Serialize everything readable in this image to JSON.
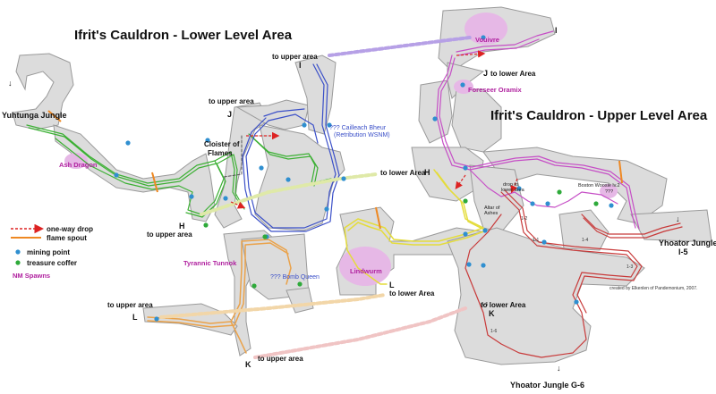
{
  "titles": {
    "lower": "Ifrit's Cauldron - Lower Level Area",
    "upper": "Ifrit's Cauldron - Upper Level Area"
  },
  "legend": {
    "one_way_drop": "one-way drop",
    "flame_spout": "flame spout",
    "mining_point": "mining point",
    "treasure_coffer": "treasure coffer",
    "nm_spawns": "NM Spawns"
  },
  "places": {
    "yuhtunga": "Yuhtunga Jungle",
    "yhoator_i5_a": "Yhoator Jungle",
    "yhoator_i5_b": "I-5",
    "yhoator_g6": "Yhoator Jungle G-6",
    "cloister_1": "Cloister of",
    "cloister_2": "Flames",
    "altar_1": "Altar of",
    "altar_2": "Ashes",
    "drop_1": "drop to",
    "drop_2": "lower area"
  },
  "exits": {
    "to_upper_I": "to upper area",
    "to_upper_J": "to upper area",
    "to_upper_H": "to upper area",
    "to_upper_L": "to upper area",
    "to_upper_K": "to upper area",
    "to_lower_J": "to lower Area",
    "to_lower_H": "to lower Area",
    "to_lower_L": "to lower Area",
    "to_lower_K": "to lower Area"
  },
  "letters": {
    "I": "I",
    "J": "J",
    "H": "H",
    "L": "L",
    "K": "K"
  },
  "nms": {
    "ash_dragon": "Ash Dragon",
    "tyrannic_tunnok": "Tyrannic Tunnok",
    "vouivre": "Vouivre",
    "foreseer_oramix": "Foreseer Oramix",
    "lindwurm": "Lindwurm",
    "cailleach_1": "??? Cailleach Bheur",
    "cailleach_2": "(Retribution WSNM)",
    "bomb_queen": "??? Bomb Queen",
    "boston_1": "Boston Woosie lv.2",
    "boston_2": "???"
  },
  "credit": "created by Elkenlen of Pandemonium, 2007.",
  "colors": {
    "cave_fill": "#dcdcdc",
    "cave_edge": "#9a9a9a",
    "route_green": "#3cb034",
    "route_blue": "#3a4fc8",
    "route_magenta": "#c64fc6",
    "route_yellow": "#e4dc3c",
    "route_orange": "#eaa24a",
    "route_red": "#c83a3a",
    "route_dark": "#555555",
    "mining_point": "#2f8fd0",
    "treasure_coffer": "#2eaa3a",
    "nm_text": "#b0219f",
    "nm_zone": "#e6b8e6",
    "flame_spout": "#ee8822",
    "blue_text": "#3a4fc8"
  }
}
